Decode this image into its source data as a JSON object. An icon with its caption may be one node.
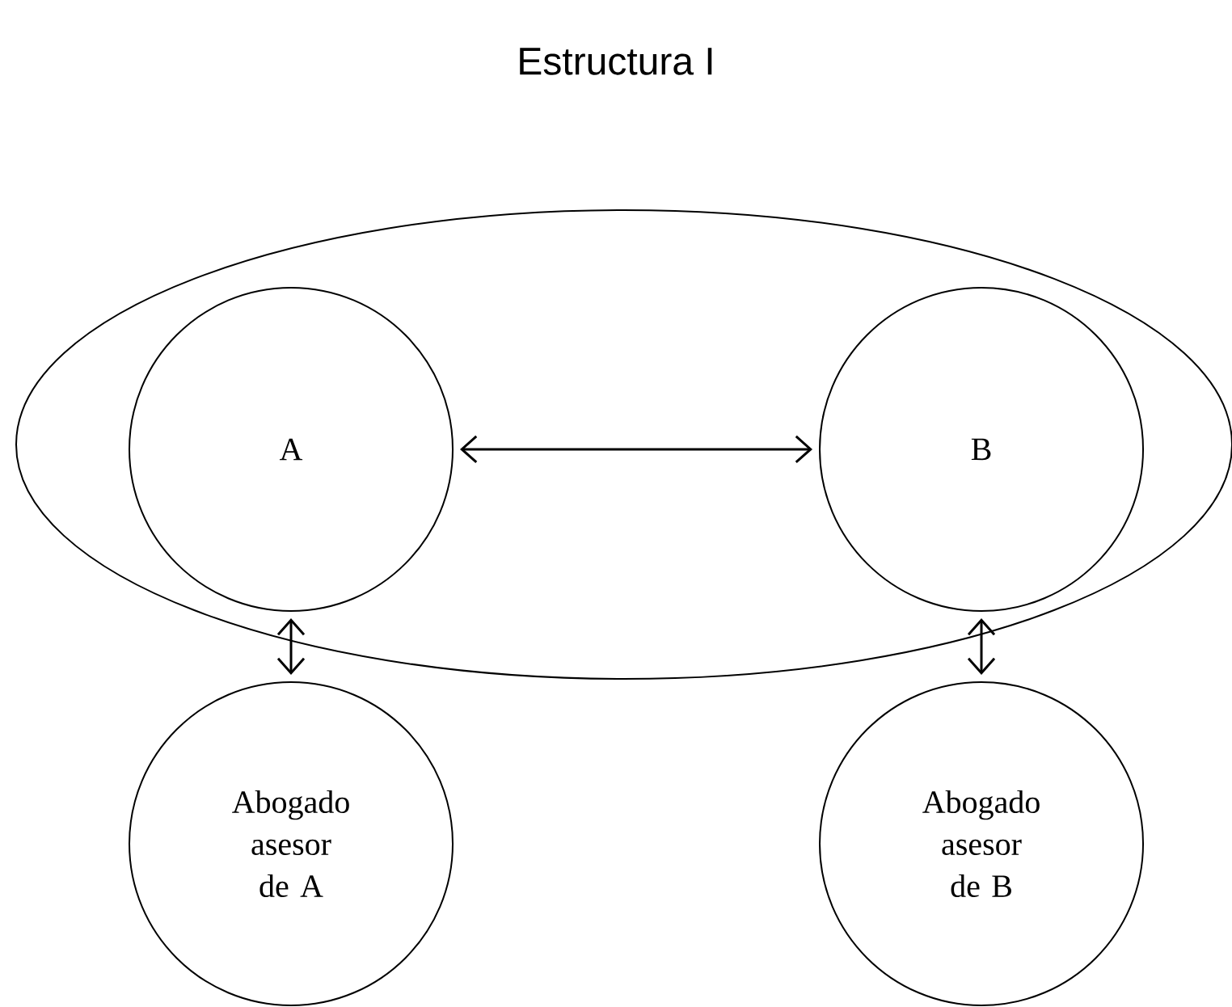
{
  "diagram": {
    "title": "Estructura I",
    "nodes": [
      {
        "text": [],
        "shape": "ellipse"
      },
      {
        "text": [
          "A"
        ],
        "in": 0
      },
      {
        "text": [
          "B"
        ],
        "in": 0
      },
      {
        "text": [
          "Abogado asesor de A"
        ]
      },
      {
        "text": [
          "Abogado asesor de B"
        ]
      }
    ],
    "edges": [
      {
        "from": 1,
        "to": 2,
        "arrow": "both"
      },
      {
        "from": 1,
        "to": 3,
        "arrow": "both"
      },
      {
        "from": 2,
        "to": 4,
        "arrow": "both"
      }
    ]
  }
}
